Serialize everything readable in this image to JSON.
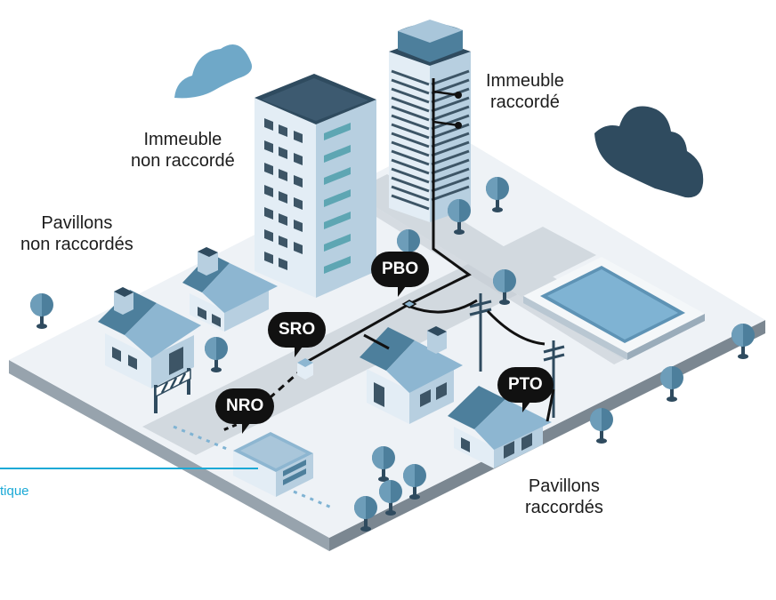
{
  "labels": {
    "immeuble_raccorde": [
      "Immeuble",
      "raccordé"
    ],
    "immeuble_non_raccorde": [
      "Immeuble",
      "non raccordé"
    ],
    "pavillons_non_raccordes": [
      "Pavillons",
      "non raccordés"
    ],
    "pavillons_raccordes": [
      "Pavillons",
      "raccordés"
    ]
  },
  "badges": {
    "pbo": "PBO",
    "sro": "SRO",
    "nro": "NRO",
    "pto": "PTO"
  },
  "footnote": "tique",
  "colors": {
    "badge": "#111111",
    "fiber": "#111111",
    "building_light": "#e3edf5",
    "building_side": "#b7cfe0",
    "roof": "#2f4b5f",
    "window": "#3d5566",
    "cloud_light": "#6fa8c8",
    "cloud_dark": "#2f4b5f",
    "tree": "#4d7f9c",
    "accent_line": "#1aa9d6"
  },
  "icons": [
    "cloud-icon",
    "tree-icon",
    "utility-pole-icon",
    "barrier-icon"
  ]
}
